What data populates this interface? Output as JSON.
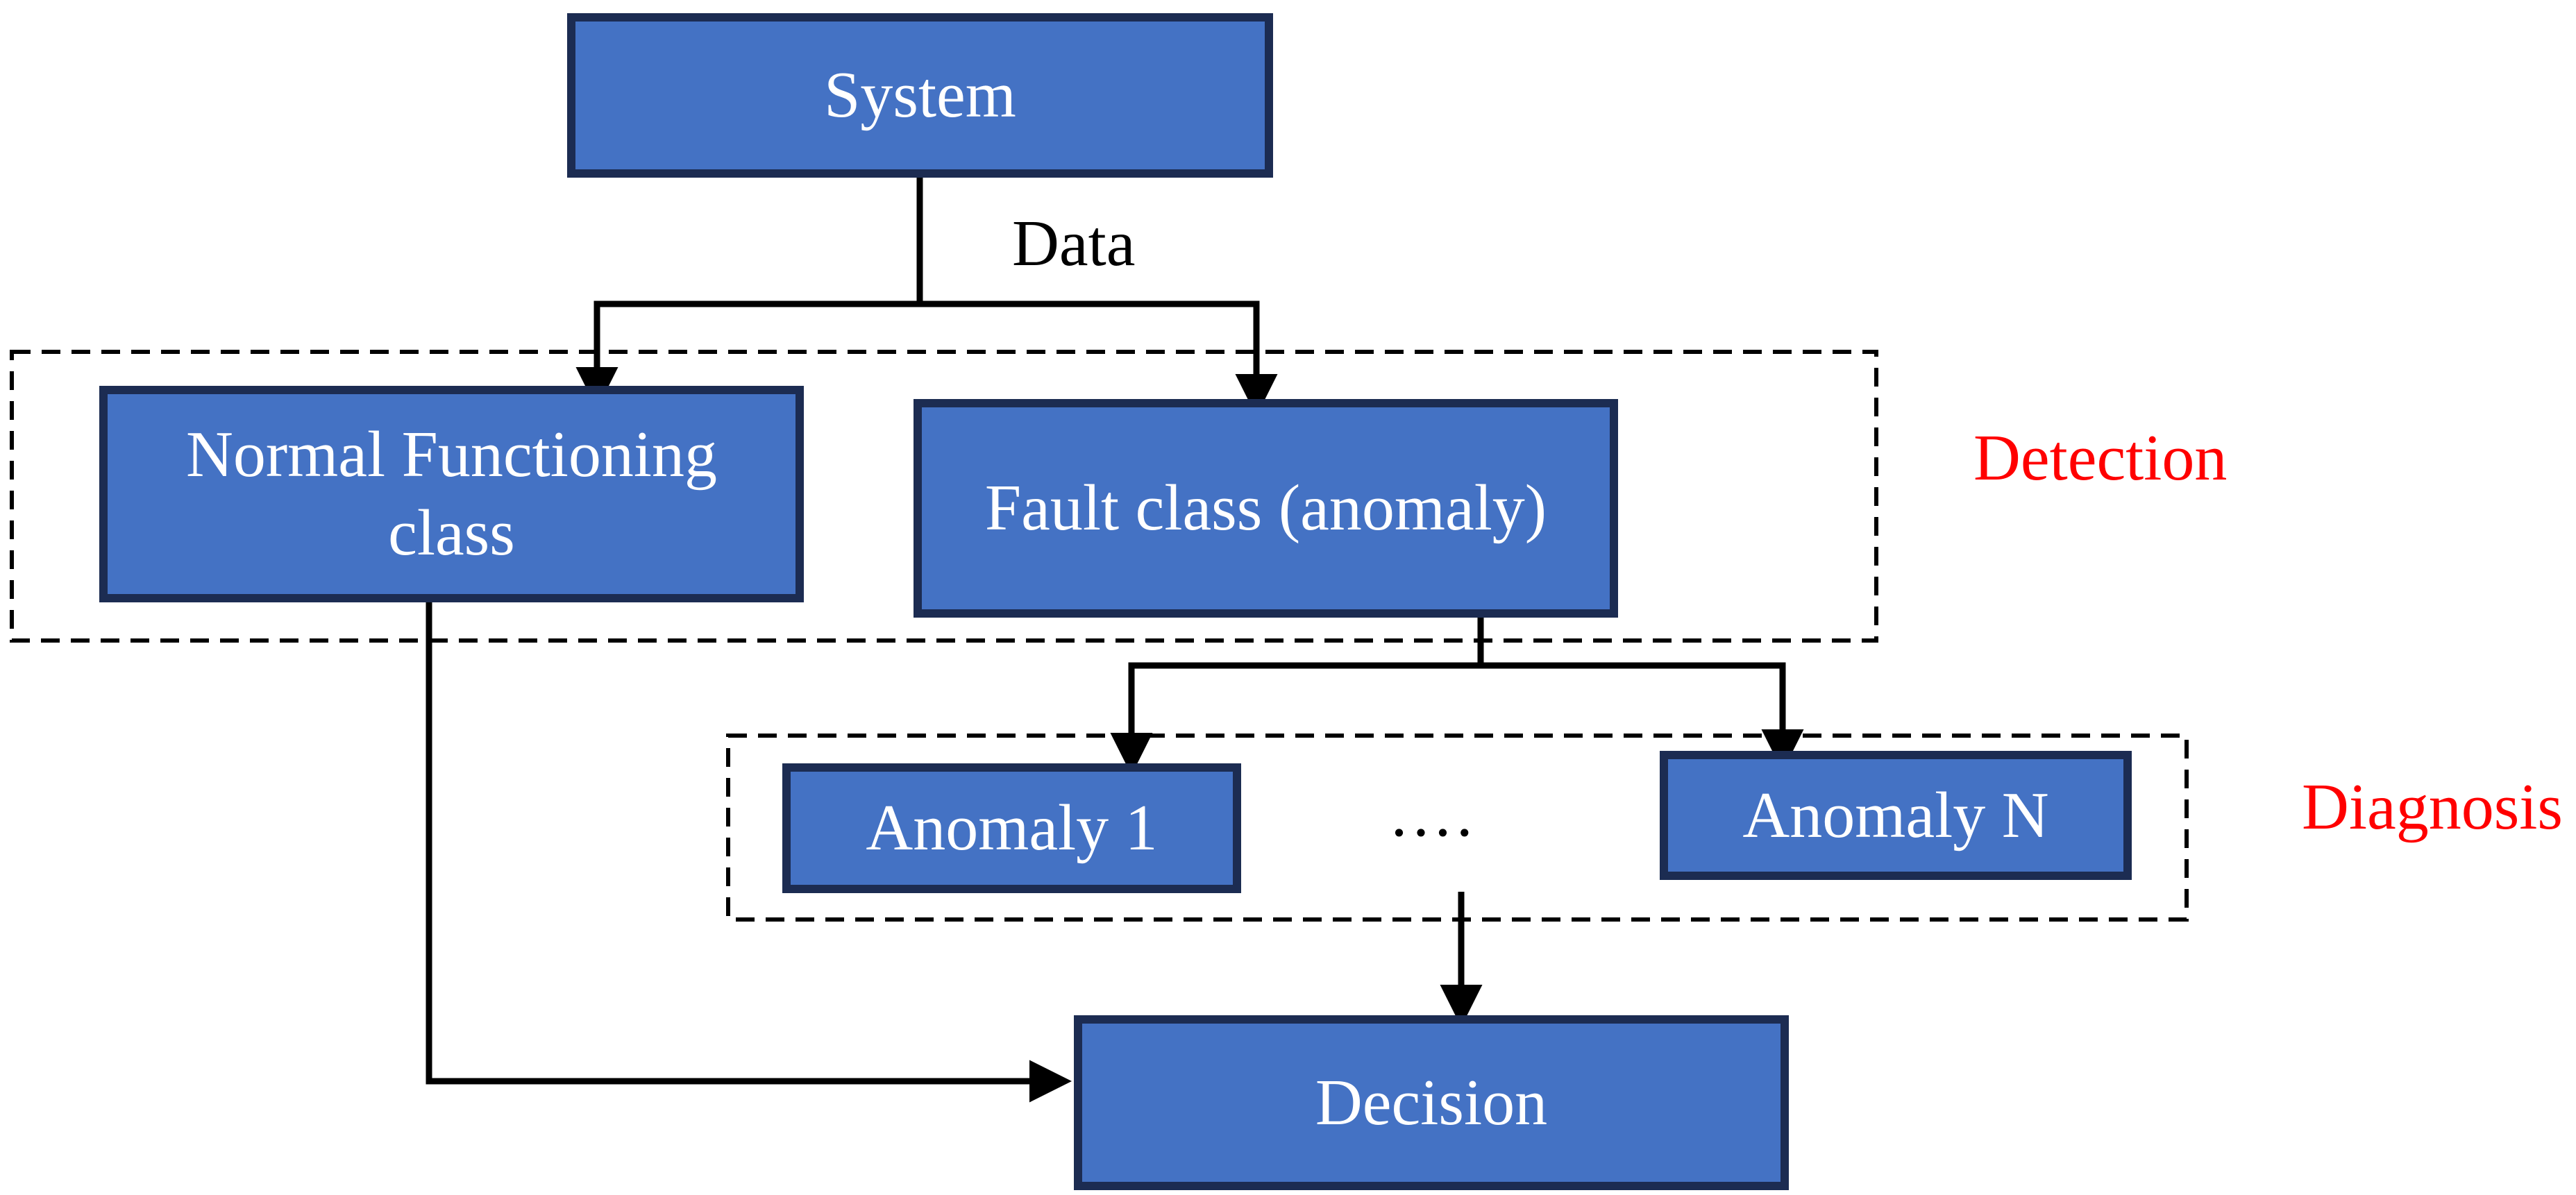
{
  "diagram": {
    "nodes": {
      "system": {
        "label": "System"
      },
      "normal": {
        "label": "Normal Functioning class"
      },
      "fault": {
        "label": "Fault class (anomaly)"
      },
      "anomaly1": {
        "label": "Anomaly 1"
      },
      "anomalyN": {
        "label": "Anomaly N"
      },
      "decision": {
        "label": "Decision"
      }
    },
    "edge_labels": {
      "data": "Data",
      "dots": "…."
    },
    "regions": {
      "detection": {
        "label": "Detection"
      },
      "diagnosis": {
        "label": "Diagnosis"
      }
    },
    "colors": {
      "node_fill": "#4472C4",
      "node_border": "#1C2C52",
      "node_text": "#FFFFFF",
      "region_label_text": "#FF0000",
      "line": "#000000",
      "background": "#FFFFFF"
    }
  }
}
